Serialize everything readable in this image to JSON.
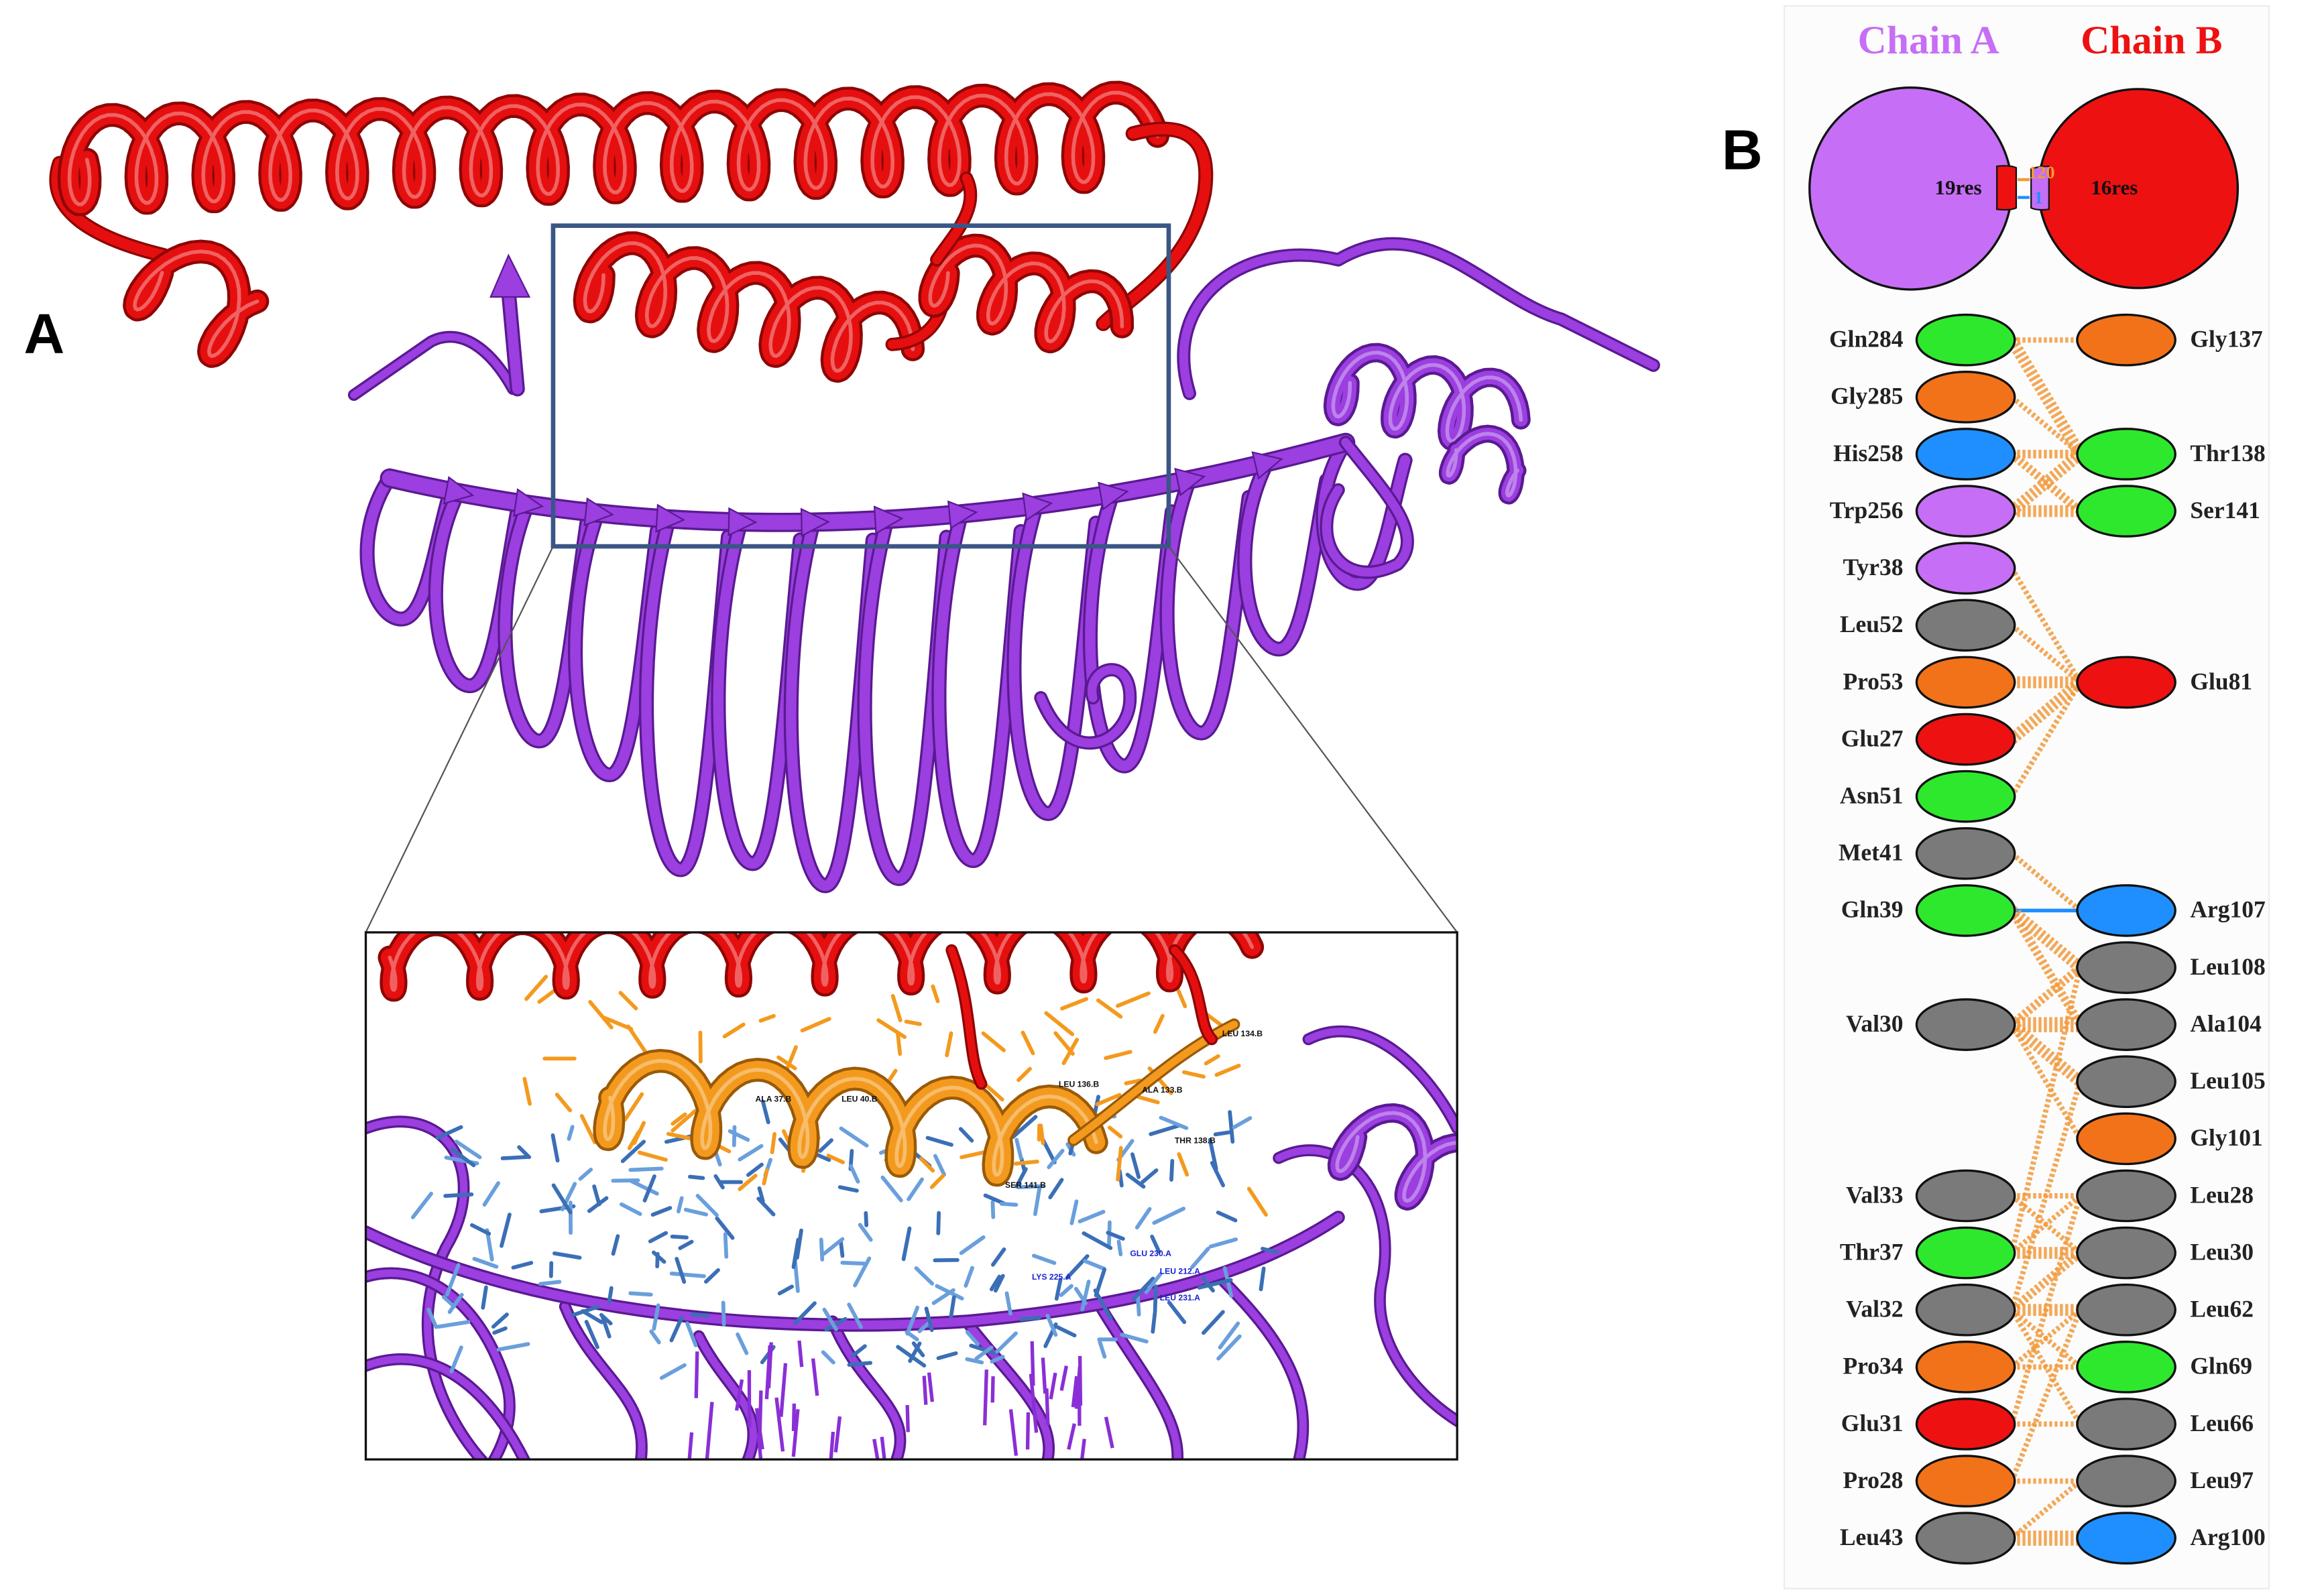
{
  "panel_a": {
    "label": "A",
    "colors": {
      "chain_b_ribbon": "#e60f0f",
      "chain_a_ribbon": "#9b3fe0",
      "interface_b_sticks": "#f39a1e",
      "interface_a_sticks": "#6a9fdc",
      "zoom_box": "#3a5686"
    },
    "inset_labels": [
      "LEU 134.B",
      "LEU 136.B",
      "ALA 133.B",
      "THR 138.B",
      "SER 141.B",
      "LEU 40.B",
      "ALA 37.B",
      "GLU 230.A",
      "LYS 225.A",
      "LEU 212.A",
      "LEU 231.A"
    ]
  },
  "panel_b": {
    "label": "B",
    "chain_a": {
      "name": "Chain A",
      "residues": "19res",
      "color": "#c66ef5"
    },
    "chain_b": {
      "name": "Chain B",
      "residues": "16res",
      "color": "#ee1111"
    },
    "interface": {
      "nonbonded_contacts": "120",
      "hydrogen_bonds": "1",
      "nonbonded_color": "#f29a3c",
      "hbond_color": "#1f8fff"
    },
    "palette": {
      "green": "#2ee82e",
      "orange": "#f2721a",
      "blue": "#1f8fff",
      "purple": "#c66ef5",
      "grey": "#7a7a7a",
      "red": "#ee1111"
    },
    "left": [
      {
        "name": "Gln284",
        "type": "green"
      },
      {
        "name": "Gly285",
        "type": "orange"
      },
      {
        "name": "His258",
        "type": "blue"
      },
      {
        "name": "Trp256",
        "type": "purple"
      },
      {
        "name": "Tyr38",
        "type": "purple"
      },
      {
        "name": "Leu52",
        "type": "grey"
      },
      {
        "name": "Pro53",
        "type": "orange"
      },
      {
        "name": "Glu27",
        "type": "red"
      },
      {
        "name": "Asn51",
        "type": "green"
      },
      {
        "name": "Met41",
        "type": "grey"
      },
      {
        "name": "Gln39",
        "type": "green"
      },
      {
        "name": "Val30",
        "type": "grey"
      },
      {
        "name": "Val33",
        "type": "grey"
      },
      {
        "name": "Thr37",
        "type": "green"
      },
      {
        "name": "Val32",
        "type": "grey"
      },
      {
        "name": "Pro34",
        "type": "orange"
      },
      {
        "name": "Glu31",
        "type": "red"
      },
      {
        "name": "Pro28",
        "type": "orange"
      },
      {
        "name": "Leu43",
        "type": "grey"
      }
    ],
    "right": [
      {
        "name": "Gly137",
        "type": "orange"
      },
      {
        "name": "Thr138",
        "type": "green"
      },
      {
        "name": "Ser141",
        "type": "green"
      },
      {
        "name": "Glu81",
        "type": "red"
      },
      {
        "name": "Arg107",
        "type": "blue"
      },
      {
        "name": "Leu108",
        "type": "grey"
      },
      {
        "name": "Ala104",
        "type": "grey"
      },
      {
        "name": "Leu105",
        "type": "grey"
      },
      {
        "name": "Gly101",
        "type": "orange"
      },
      {
        "name": "Leu28",
        "type": "grey"
      },
      {
        "name": "Leu30",
        "type": "grey"
      },
      {
        "name": "Leu62",
        "type": "grey"
      },
      {
        "name": "Gln69",
        "type": "green"
      },
      {
        "name": "Leu66",
        "type": "grey"
      },
      {
        "name": "Leu97",
        "type": "grey"
      },
      {
        "name": "Arg100",
        "type": "blue"
      }
    ],
    "links": [
      {
        "a": "Gln284",
        "b": "Gly137",
        "kind": "nonbonded",
        "weight": 1
      },
      {
        "a": "Gln284",
        "b": "Thr138",
        "kind": "nonbonded",
        "weight": 3
      },
      {
        "a": "Gly285",
        "b": "Thr138",
        "kind": "nonbonded",
        "weight": 1
      },
      {
        "a": "His258",
        "b": "Thr138",
        "kind": "nonbonded",
        "weight": 2
      },
      {
        "a": "His258",
        "b": "Ser141",
        "kind": "nonbonded",
        "weight": 2
      },
      {
        "a": "Trp256",
        "b": "Thr138",
        "kind": "nonbonded",
        "weight": 3
      },
      {
        "a": "Trp256",
        "b": "Ser141",
        "kind": "nonbonded",
        "weight": 3
      },
      {
        "a": "Tyr38",
        "b": "Glu81",
        "kind": "nonbonded",
        "weight": 1
      },
      {
        "a": "Leu52",
        "b": "Glu81",
        "kind": "nonbonded",
        "weight": 1
      },
      {
        "a": "Pro53",
        "b": "Glu81",
        "kind": "nonbonded",
        "weight": 3
      },
      {
        "a": "Glu27",
        "b": "Glu81",
        "kind": "nonbonded",
        "weight": 3
      },
      {
        "a": "Asn51",
        "b": "Glu81",
        "kind": "nonbonded",
        "weight": 1
      },
      {
        "a": "Met41",
        "b": "Arg107",
        "kind": "nonbonded",
        "weight": 1
      },
      {
        "a": "Gln39",
        "b": "Arg107",
        "kind": "hbond",
        "weight": 1
      },
      {
        "a": "Gln39",
        "b": "Leu108",
        "kind": "nonbonded",
        "weight": 3
      },
      {
        "a": "Gln39",
        "b": "Ala104",
        "kind": "nonbonded",
        "weight": 2
      },
      {
        "a": "Val30",
        "b": "Leu108",
        "kind": "nonbonded",
        "weight": 2
      },
      {
        "a": "Val30",
        "b": "Ala104",
        "kind": "nonbonded",
        "weight": 4
      },
      {
        "a": "Val30",
        "b": "Leu105",
        "kind": "nonbonded",
        "weight": 3
      },
      {
        "a": "Val30",
        "b": "Gly101",
        "kind": "nonbonded",
        "weight": 1
      },
      {
        "a": "Thr37",
        "b": "Leu108",
        "kind": "nonbonded",
        "weight": 1
      },
      {
        "a": "Val32",
        "b": "Leu105",
        "kind": "nonbonded",
        "weight": 1
      },
      {
        "a": "Val33",
        "b": "Leu28",
        "kind": "nonbonded",
        "weight": 1
      },
      {
        "a": "Val33",
        "b": "Leu30",
        "kind": "nonbonded",
        "weight": 1
      },
      {
        "a": "Thr37",
        "b": "Leu28",
        "kind": "nonbonded",
        "weight": 1
      },
      {
        "a": "Thr37",
        "b": "Leu30",
        "kind": "nonbonded",
        "weight": 3
      },
      {
        "a": "Val32",
        "b": "Leu30",
        "kind": "nonbonded",
        "weight": 2
      },
      {
        "a": "Val32",
        "b": "Leu62",
        "kind": "nonbonded",
        "weight": 3
      },
      {
        "a": "Val32",
        "b": "Gln69",
        "kind": "nonbonded",
        "weight": 1
      },
      {
        "a": "Val32",
        "b": "Leu66",
        "kind": "nonbonded",
        "weight": 1
      },
      {
        "a": "Pro34",
        "b": "Gln69",
        "kind": "nonbonded",
        "weight": 1
      },
      {
        "a": "Pro34",
        "b": "Leu62",
        "kind": "nonbonded",
        "weight": 1
      },
      {
        "a": "Glu31",
        "b": "Leu66",
        "kind": "nonbonded",
        "weight": 1
      },
      {
        "a": "Glu31",
        "b": "Leu28",
        "kind": "nonbonded",
        "weight": 1
      },
      {
        "a": "Pro28",
        "b": "Leu97",
        "kind": "nonbonded",
        "weight": 1
      },
      {
        "a": "Pro28",
        "b": "Leu62",
        "kind": "nonbonded",
        "weight": 1
      },
      {
        "a": "Leu43",
        "b": "Arg100",
        "kind": "nonbonded",
        "weight": 4
      },
      {
        "a": "Leu43",
        "b": "Leu97",
        "kind": "nonbonded",
        "weight": 1
      }
    ]
  }
}
